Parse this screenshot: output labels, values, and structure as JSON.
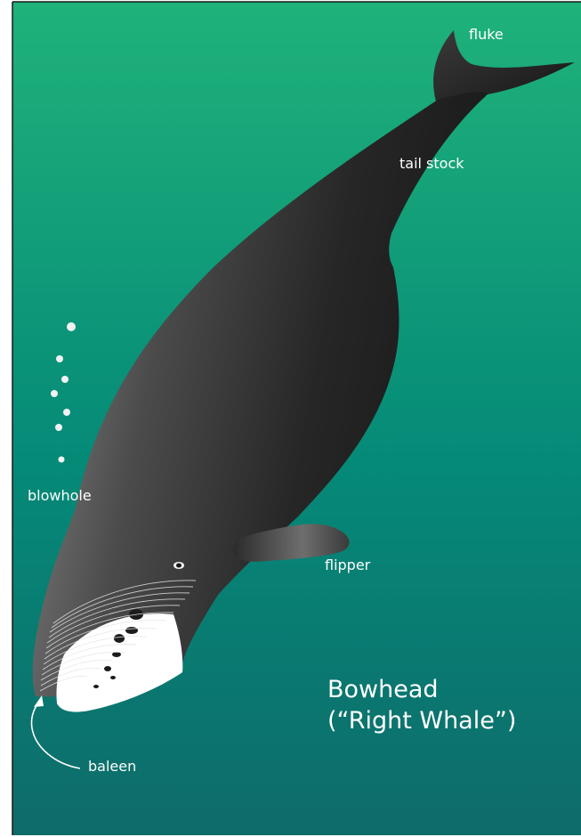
{
  "labels": {
    "fluke": "fluke",
    "tail_stock": "tail stock",
    "blowhole": "blowhole",
    "flipper": "flipper",
    "baleen": "baleen"
  },
  "title": {
    "line1": "Bowhead",
    "line2": "(“Right Whale”)"
  },
  "colors": {
    "sea_top": "#1fb27a",
    "sea_mid": "#058a78",
    "sea_bottom": "#0e6b6a",
    "whale_light": "#8a8a8a",
    "whale_dark": "#1c1c1c",
    "frame": "#1a1a1a",
    "label": "#ffffff"
  }
}
